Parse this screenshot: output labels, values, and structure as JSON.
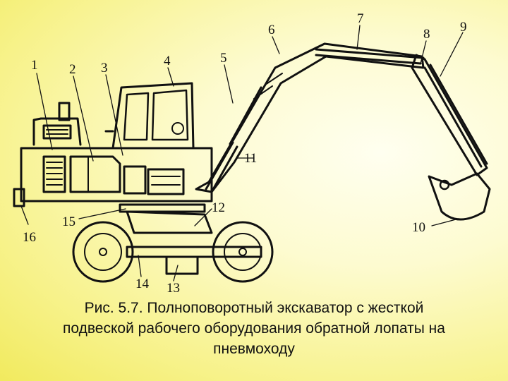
{
  "figure": {
    "labels": [
      "1",
      "2",
      "3",
      "4",
      "5",
      "6",
      "7",
      "8",
      "9",
      "10",
      "11",
      "12",
      "13",
      "14",
      "15",
      "16"
    ]
  },
  "caption": {
    "line1": "Рис. 5.7. Полноповоротный экскаватор с жесткой",
    "line2": "подвеской рабочего оборудования обратной лопаты на",
    "line3": "пневмоходу"
  }
}
